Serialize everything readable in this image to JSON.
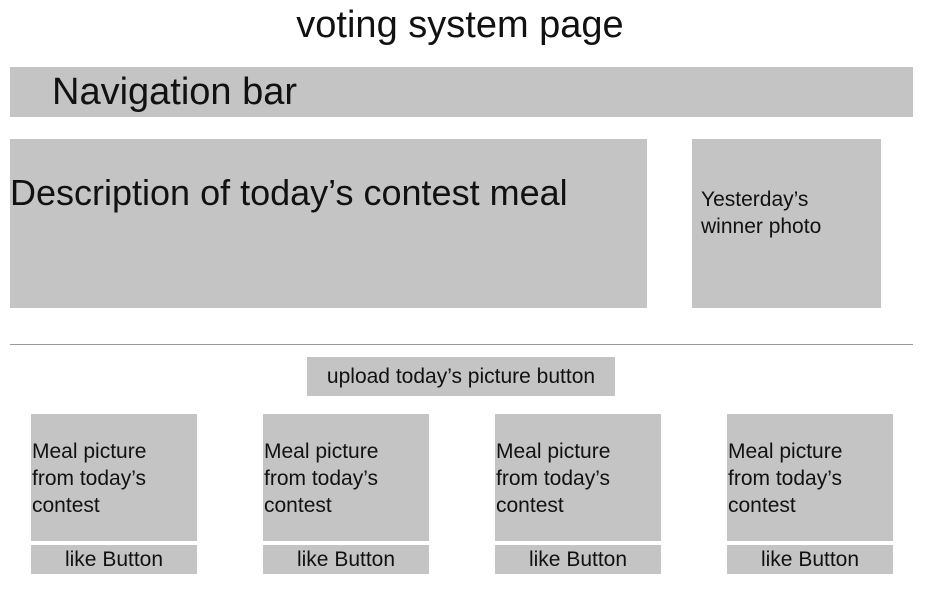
{
  "page": {
    "title": "voting system page"
  },
  "navigation": {
    "label": "Navigation bar"
  },
  "contest": {
    "description_label": "Description of today’s contest meal",
    "winner_label": "Yesterday’s winner photo"
  },
  "upload": {
    "button_label": "upload today’s picture button"
  },
  "meals": [
    {
      "picture_label": "Meal picture from today’s contest",
      "like_label": "like Button"
    },
    {
      "picture_label": "Meal picture from today’s contest",
      "like_label": "like Button"
    },
    {
      "picture_label": "Meal picture from today’s contest",
      "like_label": "like Button"
    },
    {
      "picture_label": "Meal picture from today’s contest",
      "like_label": "like Button"
    }
  ]
}
